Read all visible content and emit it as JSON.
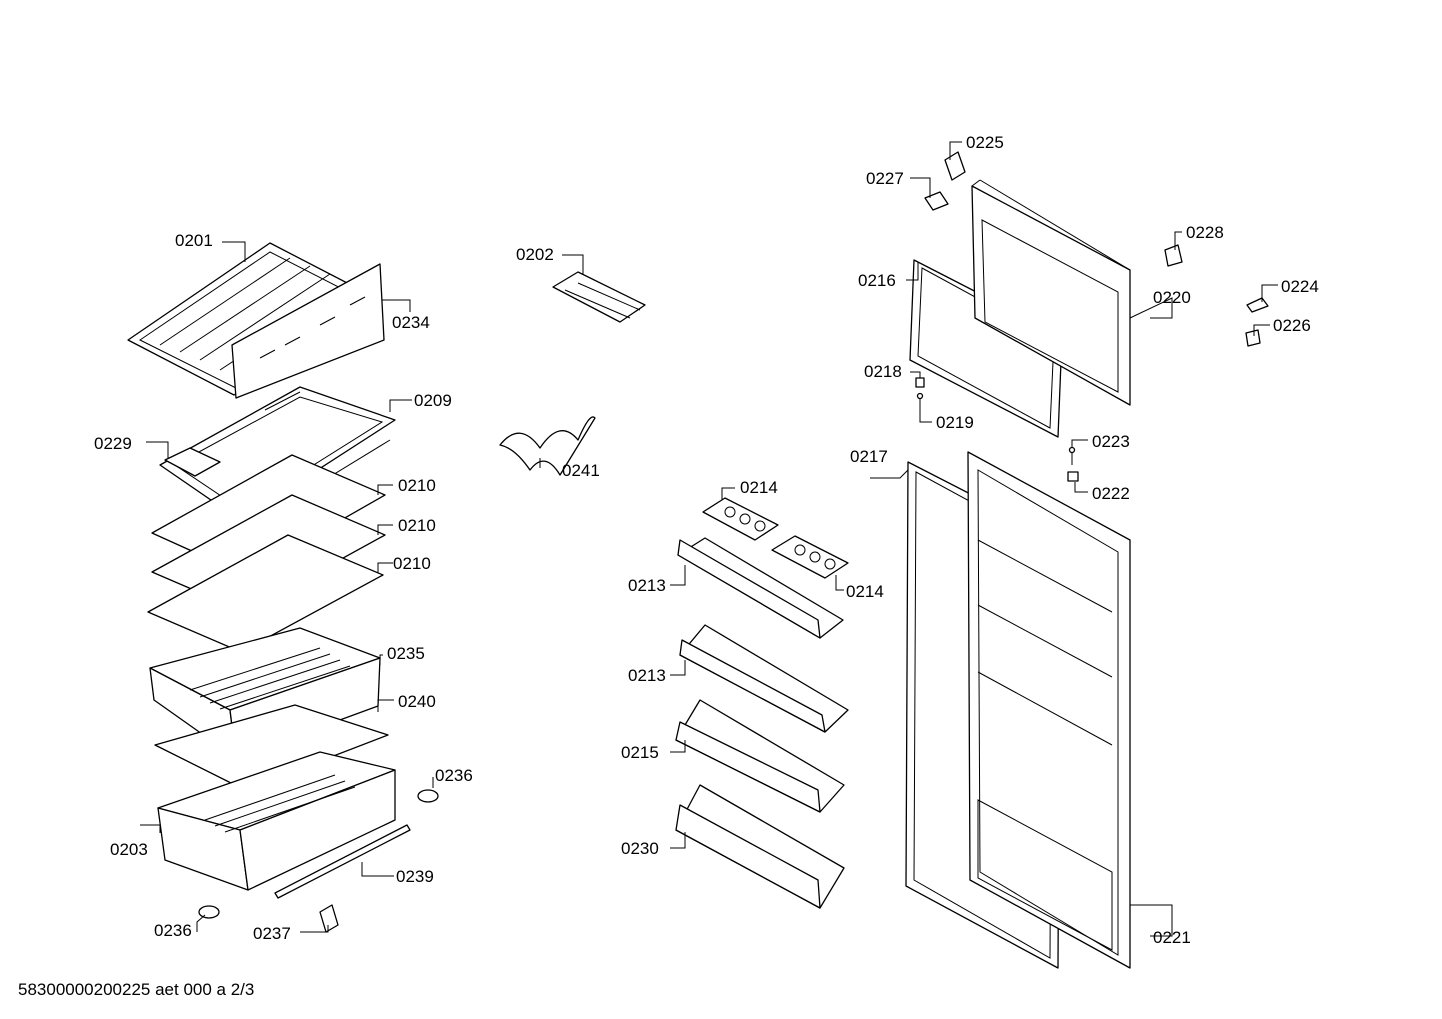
{
  "document_id": "58300000200225 aet 000 a 2/3",
  "parts": {
    "p0201": "0201",
    "p0234": "0234",
    "p0202": "0202",
    "p0209": "0209",
    "p0229": "0229",
    "p0241": "0241",
    "p0210a": "0210",
    "p0210b": "0210",
    "p0210c": "0210",
    "p0235": "0235",
    "p0240": "0240",
    "p0236a": "0236",
    "p0203": "0203",
    "p0239": "0239",
    "p0236b": "0236",
    "p0237": "0237",
    "p0214a": "0214",
    "p0214b": "0214",
    "p0213a": "0213",
    "p0213b": "0213",
    "p0215": "0215",
    "p0230": "0230",
    "p0225": "0225",
    "p0227": "0227",
    "p0228": "0228",
    "p0216": "0216",
    "p0220": "0220",
    "p0224": "0224",
    "p0226": "0226",
    "p0218": "0218",
    "p0219": "0219",
    "p0223": "0223",
    "p0217": "0217",
    "p0222": "0222",
    "p0221": "0221"
  }
}
